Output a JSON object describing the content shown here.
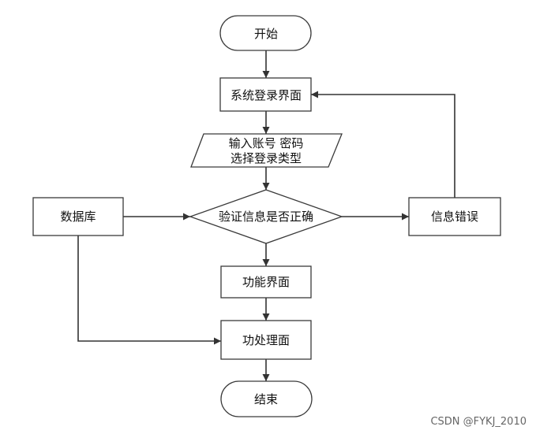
{
  "nodes": {
    "start": "开始",
    "login": "系统登录界面",
    "input_line1": "输入账号 密码",
    "input_line2": "选择登录类型",
    "verify": "验证信息是否正确",
    "database": "数据库",
    "error": "信息错误",
    "function": "功能界面",
    "process": "功处理面",
    "end": "结束"
  },
  "watermark": "CSDN @FYKJ_2010",
  "colors": {
    "stroke": "#3a3a3a",
    "edge": "#333333",
    "background": "#ffffff"
  }
}
